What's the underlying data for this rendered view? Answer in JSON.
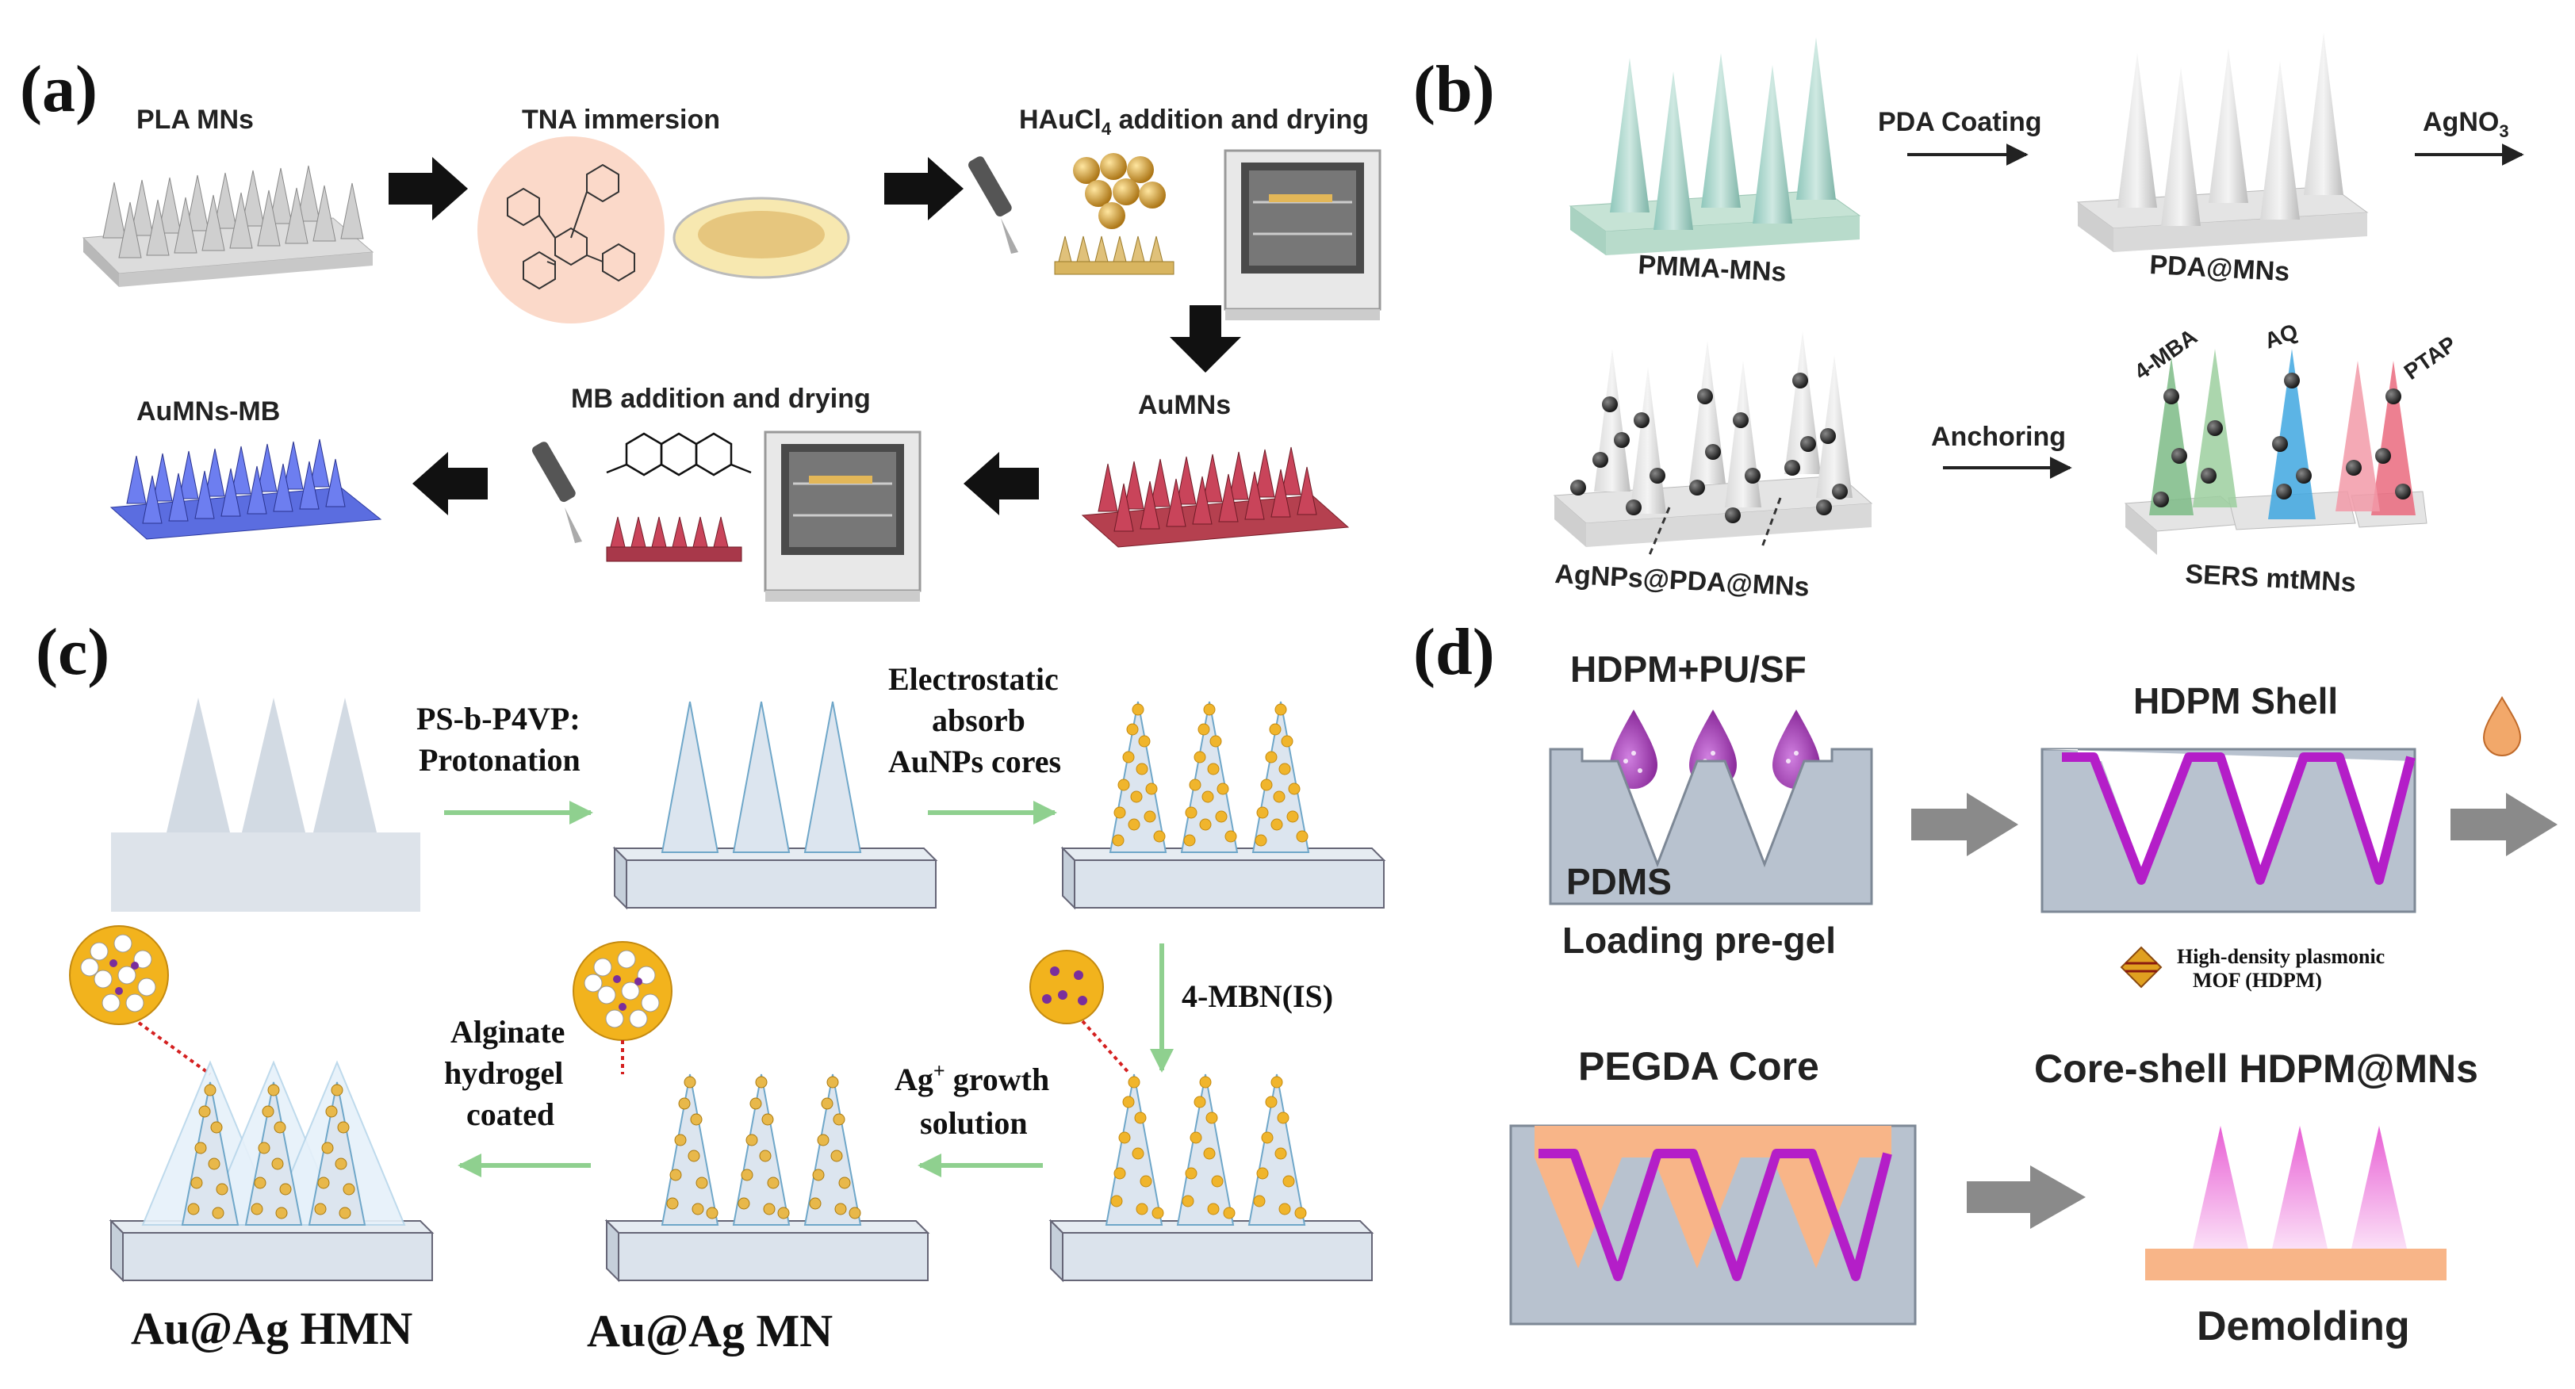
{
  "panel_a": {
    "label": "(a)",
    "step1": "PLA MNs",
    "step2": "TNA immersion",
    "step3_pre": "HAuCl",
    "step3_sub": "4",
    "step3_post": " addition and drying",
    "step4": "AuMNs",
    "step5": "MB addition and drying",
    "step6": "AuMNs-MB"
  },
  "panel_b": {
    "label": "(b)",
    "step1": "PMMA-MNs",
    "arrow1": "PDA Coating",
    "step2": "PDA@MNs",
    "arrow2_pre": "AgNO",
    "arrow2_sub": "3",
    "step3": "AgNPs@PDA@MNs",
    "arrow3": "Anchoring",
    "step4": "SERS mtMNs",
    "tag1": "4-MBA",
    "tag2": "AQ",
    "tag3": "PTAP"
  },
  "panel_c": {
    "label": "(c)",
    "arrow1_line1": "PS-b-P4VP:",
    "arrow1_line2": "Protonation",
    "arrow2_line1": "Electrostatic",
    "arrow2_line2": "absorb",
    "arrow2_line3": "AuNPs cores",
    "arrow3": "4-MBN(IS)",
    "arrow4_line1_pre": "Ag",
    "arrow4_line1_sup": "+",
    "arrow4_line1_post": " growth",
    "arrow4_line2": "solution",
    "arrow5_line1": "Alginate",
    "arrow5_line2": "hydrogel",
    "arrow5_line3": "coated",
    "product1": "Au@Ag MN",
    "product2": "Au@Ag HMN"
  },
  "panel_d": {
    "label": "(d)",
    "step1_title": "HDPM+PU/SF",
    "mold": "PDMS",
    "step1_caption": "Loading pre-gel",
    "step2_title": "HDPM Shell",
    "legend_line1": "High-density plasmonic",
    "legend_line2": "MOF (HDPM)",
    "step3_title": "PEGDA Core",
    "step4_title": "Core-shell HDPM@MNs",
    "step4_caption": "Demolding"
  }
}
